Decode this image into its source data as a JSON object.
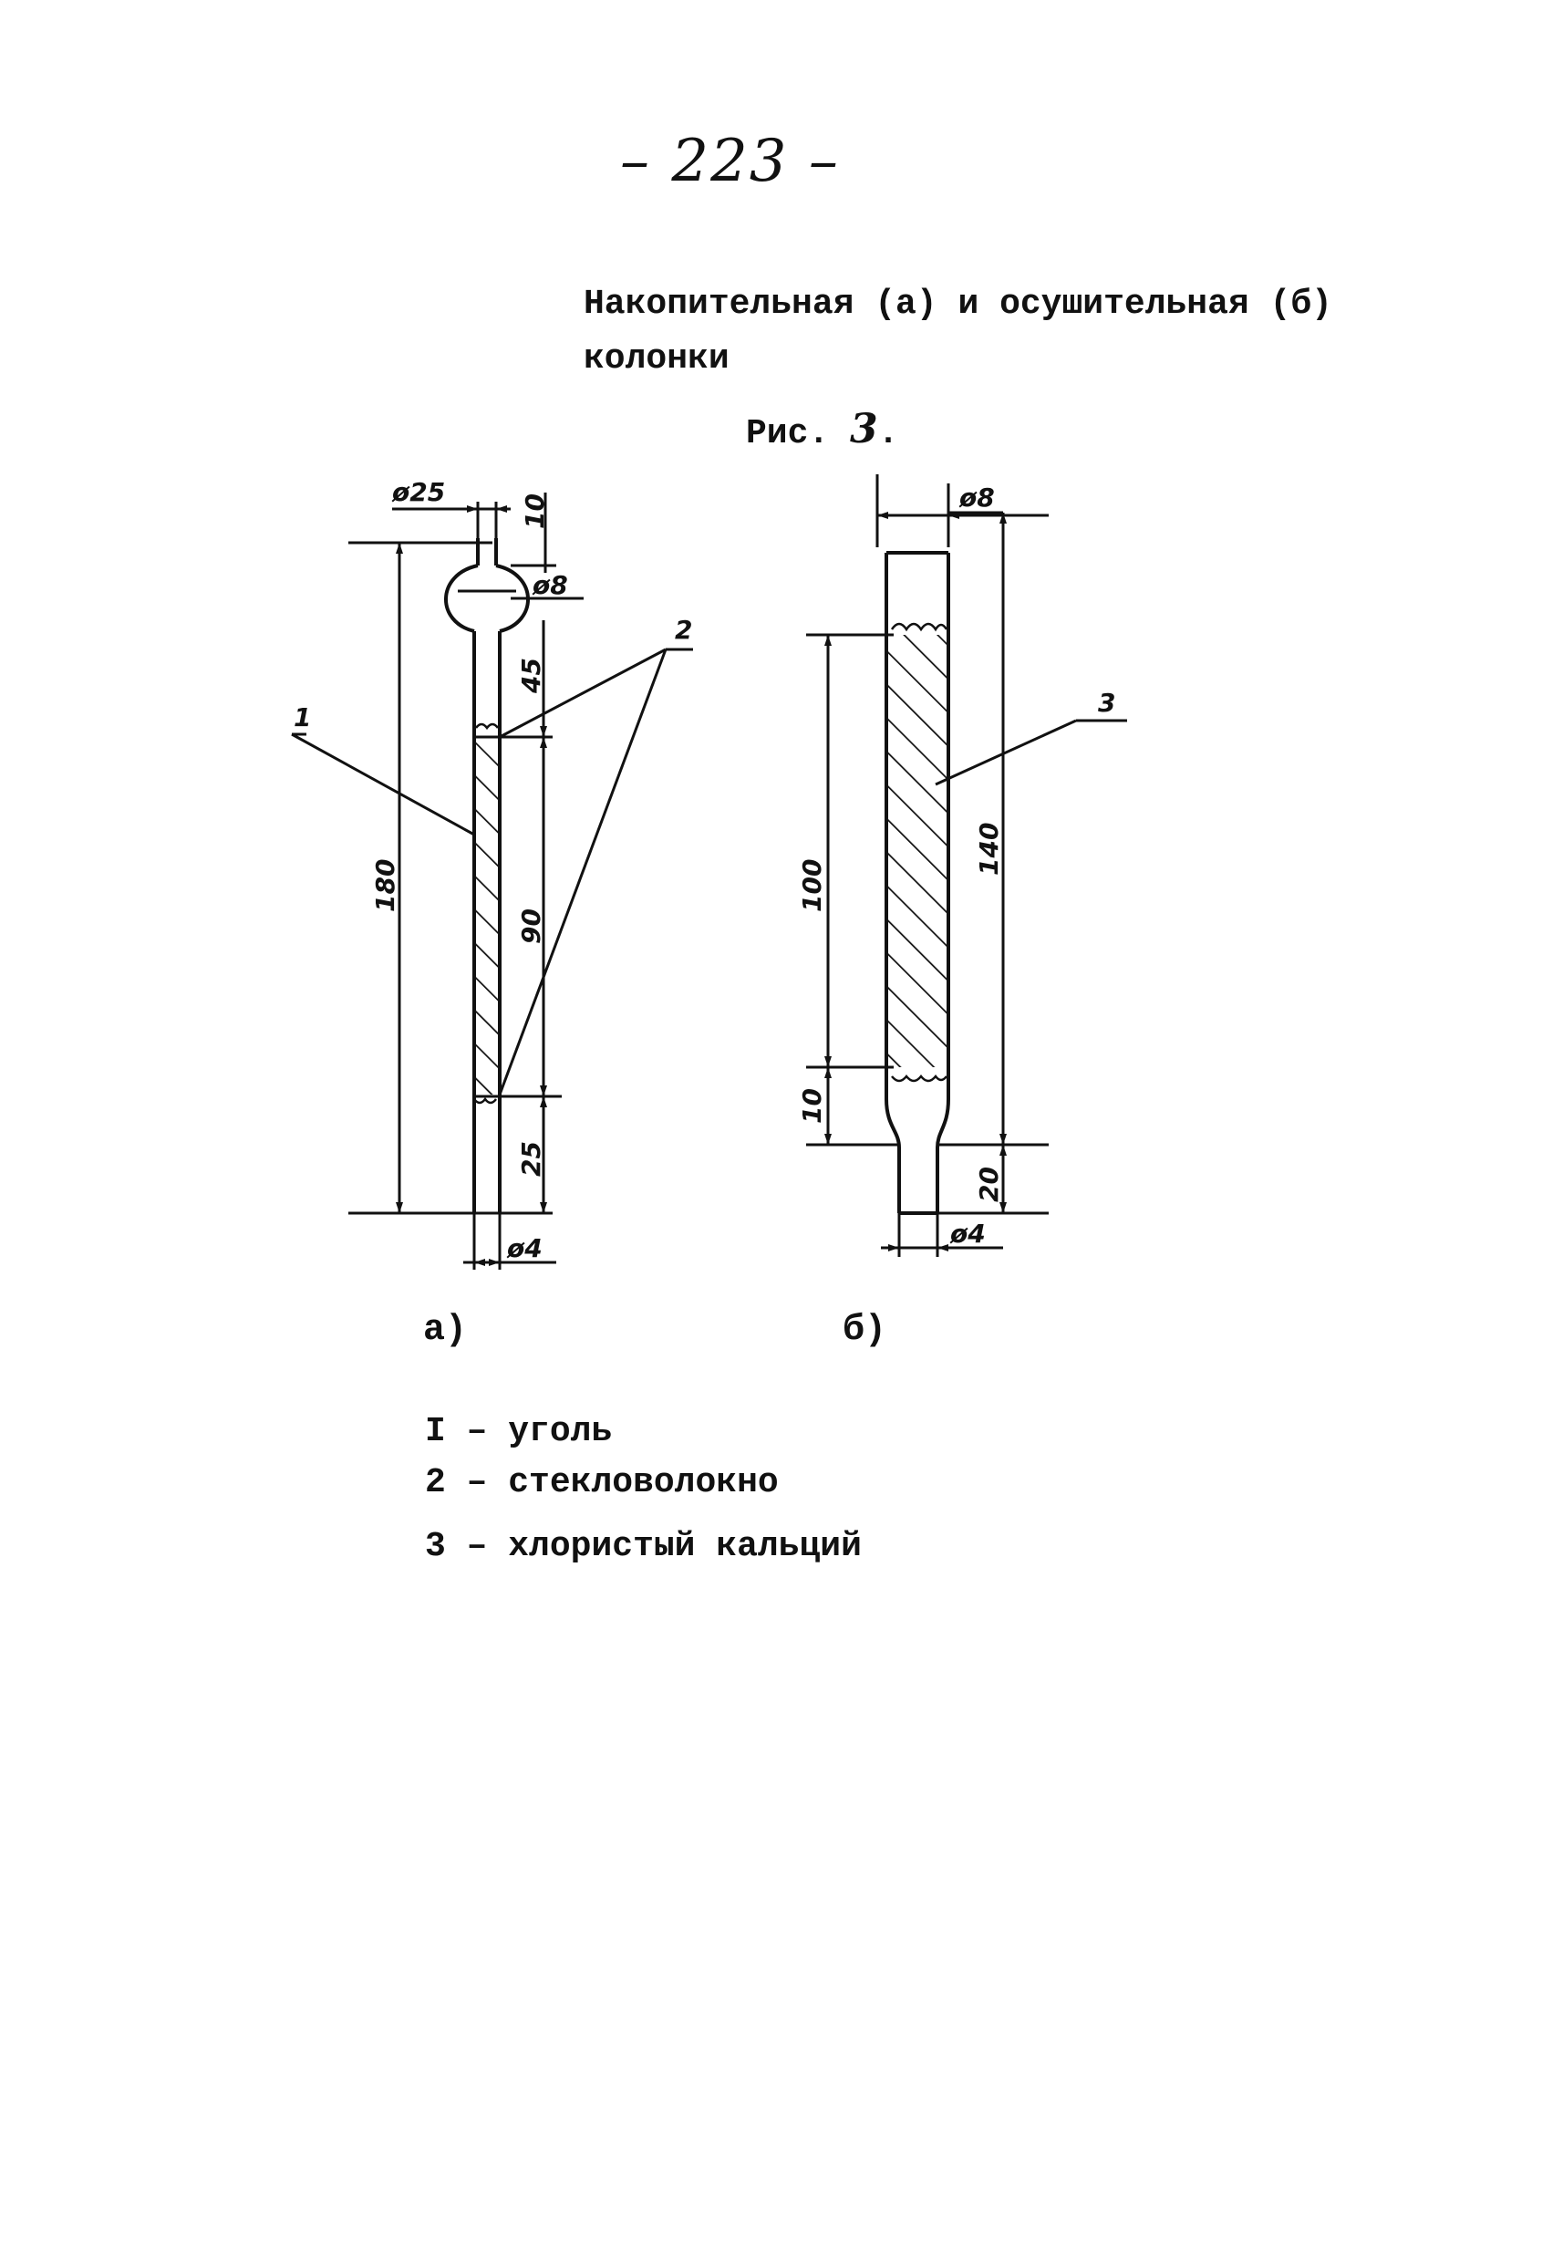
{
  "page_number": "– 223 –",
  "caption": {
    "line1": "Накопительная (а) и осушительная (б)",
    "line2": "колонки"
  },
  "figure": {
    "label": "Рис.",
    "number": "3",
    "dot": "."
  },
  "subfigures": {
    "a": "а)",
    "b": "б)"
  },
  "drawing_a": {
    "dim_outer_diameter": "ø25",
    "dim_top": "10",
    "dim_bulb_diameter": "ø8",
    "dim_upper": "45",
    "dim_total": "180",
    "dim_packing": "90",
    "dim_lower": "25",
    "dim_tip_diameter": "ø4",
    "callout_1": "1",
    "callout_2": "2"
  },
  "drawing_b": {
    "dim_diameter": "ø8",
    "dim_packing": "100",
    "dim_total": "140",
    "dim_plug": "10",
    "dim_tip_length": "20",
    "dim_tip_diameter": "ø4",
    "callout_3": "3"
  },
  "legend": [
    {
      "num": "I",
      "sep": "–",
      "text": "уголь"
    },
    {
      "num": "2",
      "sep": "–",
      "text": "стекловолокно"
    },
    {
      "num": "3",
      "sep": "–",
      "text": "хлористый кальций"
    }
  ]
}
